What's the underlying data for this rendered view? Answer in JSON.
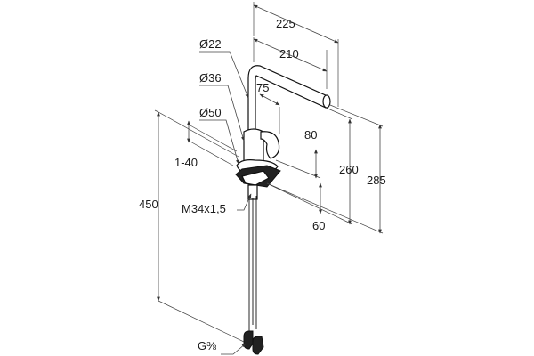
{
  "drawing": {
    "labels": {
      "d225": "225",
      "d210": "210",
      "d75": "75",
      "dia22": "Ø22",
      "dia36": "Ø36",
      "dia50": "Ø50",
      "d80": "80",
      "d1_40": "1-40",
      "d260": "260",
      "d285": "285",
      "d450": "450",
      "thread": "M34x1,5",
      "d60": "60",
      "pipe": "G⅜"
    }
  }
}
